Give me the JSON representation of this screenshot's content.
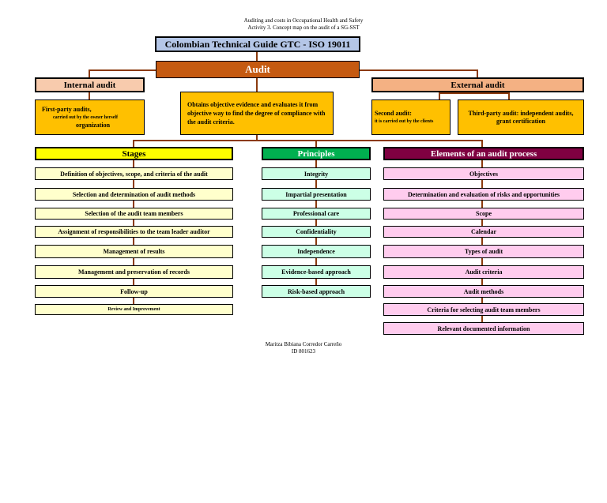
{
  "header": {
    "line1": "Auditing and costs in Occupational Health and Safety",
    "line2": "Activity 3. Concept map on the audit of a SG-SST"
  },
  "title": "Colombian Technical Guide GTC - ISO 19011",
  "audit": "Audit",
  "internal": {
    "label": "Internal audit",
    "desc_main": "First-party audits,",
    "desc_small": "carried out by the owner herself",
    "desc_tail": "organization"
  },
  "center_desc": "Obtains objective evidence and evaluates it from objective way to find the degree of compliance with the audit criteria.",
  "external": {
    "label": "External audit",
    "second_main": "Second audit:",
    "second_small": "it is carried out by the clients",
    "third": "Third-party audit: independent audits, grant certification"
  },
  "stages": {
    "label": "Stages",
    "items": [
      "Definition of objectives, scope, and criteria of the audit",
      "Selection and determination of audit methods",
      "Selection of the audit team members",
      "Assignment of responsibilities to the team leader auditor",
      "Management of results",
      "Management and preservation of records",
      "Follow-up",
      "Review and Improvement"
    ]
  },
  "principles": {
    "label": "Principles",
    "items": [
      "Integrity",
      "Impartial presentation",
      "Professional care",
      "Confidentiality",
      "Independence",
      "Evidence-based approach",
      "Risk-based approach"
    ]
  },
  "elements": {
    "label": "Elements of an audit process",
    "items": [
      "Objectives",
      "Determination and evaluation of risks and opportunities",
      "Scope",
      "Calendar",
      "Types of audit",
      "Audit criteria",
      "Audit methods",
      "Criteria for selecting audit team members",
      "Relevant documented information"
    ]
  },
  "footer": {
    "author": "Maritza Bibiana Corredor Carreño",
    "id": "ID 801623"
  },
  "colors": {
    "title_bg": "#b4c6e7",
    "audit_bg": "#c55a11",
    "connector": "#8b3a0e",
    "stages_bg": "#ffff00",
    "principles_bg": "#00b050",
    "elements_bg": "#7f0041"
  }
}
